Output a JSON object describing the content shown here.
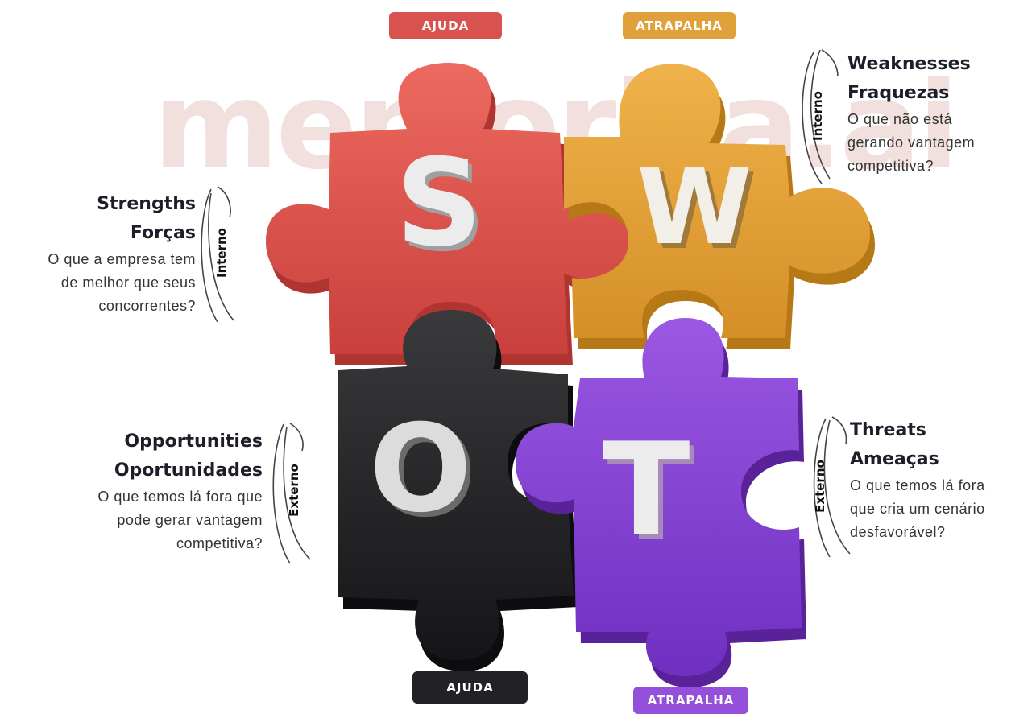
{
  "watermark": "memoriza.ai",
  "tags": {
    "top_left": "AJUDA",
    "top_right": "ATRAPALHA",
    "bottom_left": "AJUDA",
    "bottom_right": "ATRAPALHA"
  },
  "pieces": {
    "s": {
      "letter": "S",
      "color": "#e0564f"
    },
    "w": {
      "letter": "W",
      "color": "#e8a63b"
    },
    "o": {
      "letter": "O",
      "color": "#2b2b2e"
    },
    "t": {
      "letter": "T",
      "color": "#8b45d6"
    }
  },
  "quadrants": {
    "strengths": {
      "en": "Strengths",
      "pt": "Forças",
      "scope": "Interno",
      "desc_lines": [
        "O que a empresa tem",
        "de melhor que seus",
        "concorrentes?"
      ]
    },
    "weaknesses": {
      "en": "Weaknesses",
      "pt": "Fraquezas",
      "scope": "Interno",
      "desc_lines": [
        "O que não está",
        "gerando vantagem",
        "competitiva?"
      ]
    },
    "opportunities": {
      "en": "Opportunities",
      "pt": "Oportunidades",
      "scope": "Externo",
      "desc_lines": [
        "O que temos lá fora que",
        "pode gerar vantagem",
        "competitiva?"
      ]
    },
    "threats": {
      "en": "Threats",
      "pt": "Ameaças",
      "scope": "Externo",
      "desc_lines": [
        "O que temos lá fora",
        "que cria um cenário",
        "desfavorável?"
      ]
    }
  }
}
